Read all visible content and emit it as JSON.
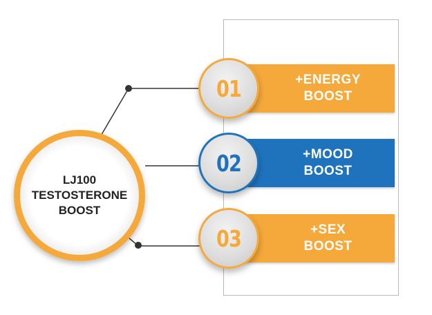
{
  "main": {
    "title": "LJ100\nTESTOSTERONE\nBOOST"
  },
  "items": [
    {
      "number": "01",
      "label": "+ENERGY\nBOOST",
      "color": "#f4a93a",
      "number_color": "#f4a93a"
    },
    {
      "number": "02",
      "label": "+MOOD\nBOOST",
      "color": "#1f73bd",
      "number_color": "#1f73bd"
    },
    {
      "number": "03",
      "label": "+SEX\nBOOST",
      "color": "#f4a93a",
      "number_color": "#f4a93a"
    }
  ],
  "colors": {
    "orange": "#f4a93a",
    "blue": "#1f73bd",
    "connector": "#333333"
  }
}
